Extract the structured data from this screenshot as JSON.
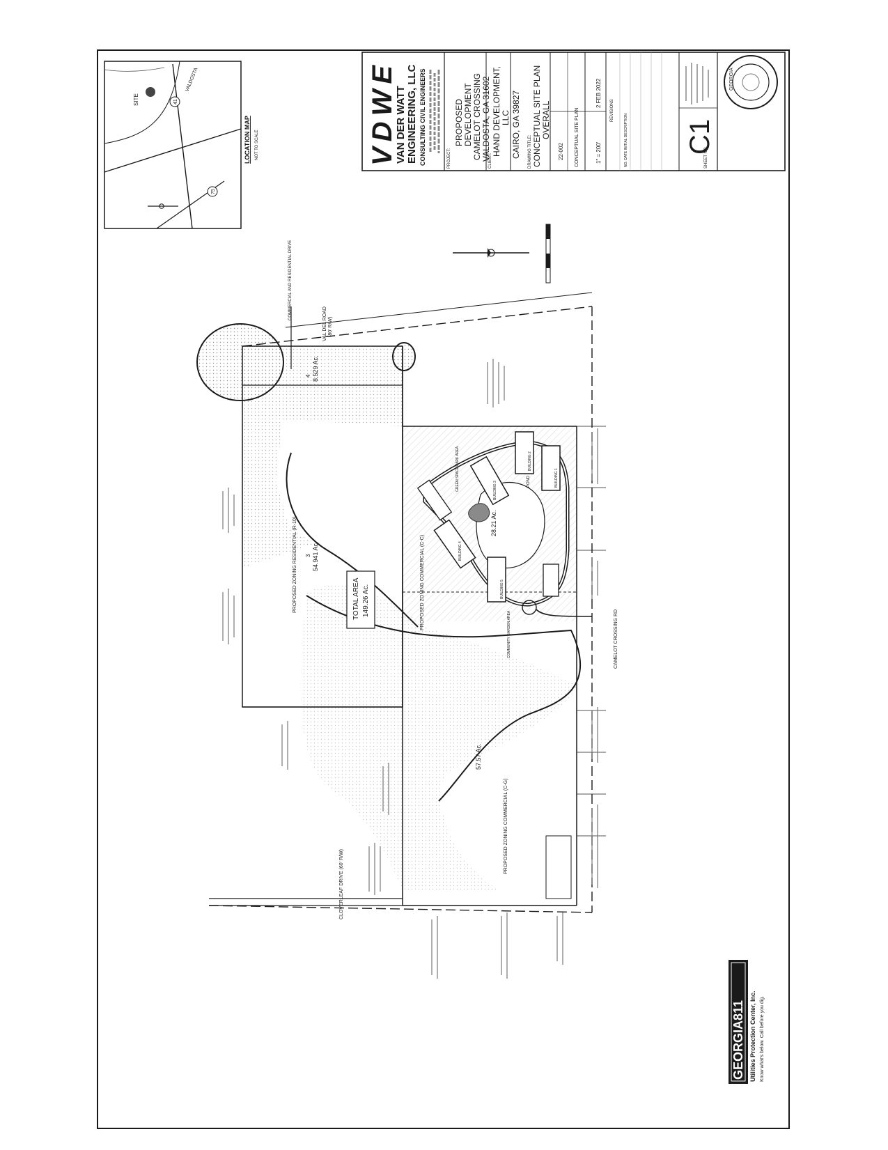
{
  "titleblock": {
    "firm_logo": "VDWE",
    "firm_name_1": "VAN DER WATT",
    "firm_name_2": "ENGINEERING, LLC",
    "firm_tagline": "CONSULTING CIVIL ENGINEERS",
    "project_label": "PROJECT:",
    "project_line1": "PROPOSED",
    "project_line2": "DEVELOPMENT",
    "project_line3": "CAMELOT CROSSING",
    "project_line4": "VALDOSTA, GA 31602",
    "client_label": "CLIENT:",
    "client_line1": "HAND DEVELOPMENT,",
    "client_line2": "LLC",
    "client_line3": "CAIRO, GA 39827",
    "drawing_title_label": "DRAWING TITLE:",
    "drawing_title1": "CONCEPTUAL SITE PLAN",
    "drawing_title2": "OVERALL",
    "proj_no": "22-002",
    "dwg_name": "CONCEPTUAL SITE PLAN",
    "scale": "1\" = 200'",
    "date": "2 FEB 2022",
    "revisions_label": "REVISIONS",
    "rev_columns": "NO.  DATE  INITIAL DESCRIPTION",
    "sheet_no_label": "SHEET NO.",
    "sheet_no": "C1",
    "seal_text": "GEORGIA"
  },
  "location_map": {
    "title": "LOCATION MAP",
    "subtitle": "NOT TO SCALE",
    "site_label": "SITE",
    "road_label": "VALDOSTA",
    "route_a": "41",
    "route_b": "75"
  },
  "parcels": {
    "total_area_line1": "TOTAL AREA",
    "total_area_line2": "149.26 Ac.",
    "parcel3_no": "3",
    "parcel3_area": "54.941 Ac.",
    "parcel4_no": "4",
    "parcel4_area": "8.529 Ac.",
    "parcel5_area": "57.57 Ac.",
    "parcel2_area": "28.21 Ac.",
    "zoning_r": "PROPOSED ZONING RESIDENTIAL (R-10)",
    "zoning_c": "PROPOSED ZONING COMMERCIAL (C-G)",
    "zoning_c2": "PROPOSED ZONING COMMERCIAL (C-C)",
    "pond_label": "POND",
    "green_space": "GREEN SPACE/PARK AREA",
    "community_garden": "COMMUNITY GARDEN AREA"
  },
  "roads": {
    "val_del": "VAL DEL ROAD",
    "val_del_rw": "(80' R/W)",
    "commercial_drive": "COMMERCIAL AND RESIDENTIAL DRIVE",
    "camelot_crossing": "CAMELOT CROSSING RD",
    "cloverleaf": "CLOVERLEAF DRIVE (60' R/W)"
  },
  "buildings": [
    "BUILDING 1",
    "BUILDING 2",
    "BUILDING 3",
    "BUILDING 4",
    "BUILDING 5"
  ],
  "georgia811": {
    "brand": "GEORGIA811",
    "tagline": "Utilities Protection Center, Inc.",
    "call": "Know what's below. Call before you dig."
  },
  "colors": {
    "line": "#1a1a1a",
    "stipple": "#9a9a9a",
    "hatch": "#b8b8b8"
  }
}
